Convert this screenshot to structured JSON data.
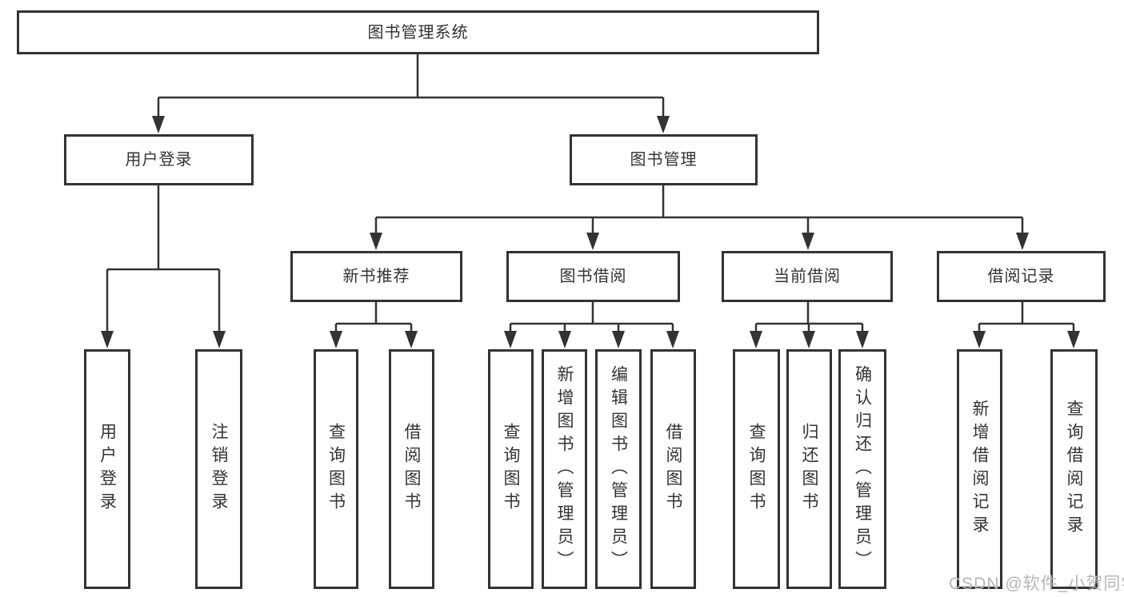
{
  "tree": {
    "root": {
      "label": "图书管理系统",
      "children": [
        {
          "label": "用户登录",
          "children": [
            {
              "label": "用户登录"
            },
            {
              "label": "注销登录"
            }
          ]
        },
        {
          "label": "图书管理",
          "children": [
            {
              "label": "新书推荐",
              "children": [
                {
                  "label": "查询图书"
                },
                {
                  "label": "借阅图书"
                }
              ]
            },
            {
              "label": "图书借阅",
              "children": [
                {
                  "label": "查询图书"
                },
                {
                  "label": "新增图书（管理员）"
                },
                {
                  "label": "编辑图书（管理员）"
                },
                {
                  "label": "借阅图书"
                }
              ]
            },
            {
              "label": "当前借阅",
              "children": [
                {
                  "label": "查询图书"
                },
                {
                  "label": "归还图书"
                },
                {
                  "label": "确认归还（管理员）"
                }
              ]
            },
            {
              "label": "借阅记录",
              "children": [
                {
                  "label": "新增借阅记录"
                },
                {
                  "label": "查询借阅记录"
                }
              ]
            }
          ]
        }
      ]
    }
  },
  "watermark": {
    "text": "CSDN @软件_小贺同学"
  },
  "colors": {
    "line": "#333333",
    "text": "#333333",
    "background": "#ffffff",
    "watermark": "#b9b4b4"
  }
}
